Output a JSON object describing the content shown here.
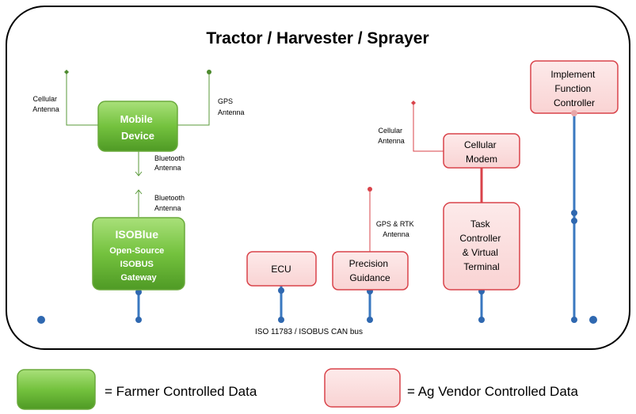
{
  "title": "Tractor / Harvester / Sprayer",
  "bus_label": "ISO 11783 / ISOBUS  CAN bus",
  "mobile_device": {
    "line1": "Mobile",
    "line2": "Device"
  },
  "isoblue": {
    "line1": "ISOBlue",
    "line2": "Open-Source",
    "line3": "ISOBUS",
    "line4": "Gateway"
  },
  "ecu": {
    "line1": "ECU"
  },
  "precision": {
    "line1": "Precision",
    "line2": "Guidance"
  },
  "task": {
    "line1": "Task",
    "line2": "Controller",
    "line3": "& Virtual",
    "line4": "Terminal"
  },
  "modem": {
    "line1": "Cellular",
    "line2": "Modem"
  },
  "implement": {
    "line1": "Implement",
    "line2": "Function",
    "line3": "Controller"
  },
  "antennas": {
    "cell1": {
      "line1": "Cellular",
      "line2": "Antenna"
    },
    "gps": {
      "line1": "GPS",
      "line2": "Antenna"
    },
    "bt1": {
      "line1": "Bluetooth",
      "line2": "Antenna"
    },
    "bt2": {
      "line1": "Bluetooth",
      "line2": "Antenna"
    },
    "rtk": {
      "line1": "GPS & RTK",
      "line2": "Antenna"
    },
    "cell2": {
      "line1": "Cellular",
      "line2": "Antenna"
    }
  },
  "legend": {
    "farmer": "= Farmer Controlled Data",
    "vendor": "= Ag Vendor Controlled Data"
  },
  "colors": {
    "bus": "#3a78c0",
    "green_box": "#6fbf3a",
    "pink_fill": "#fbdada",
    "pink_stroke": "#d9434a",
    "antenna_green": "#5a9a3a",
    "antenna_red": "#d9434a",
    "frame": "#000000"
  }
}
